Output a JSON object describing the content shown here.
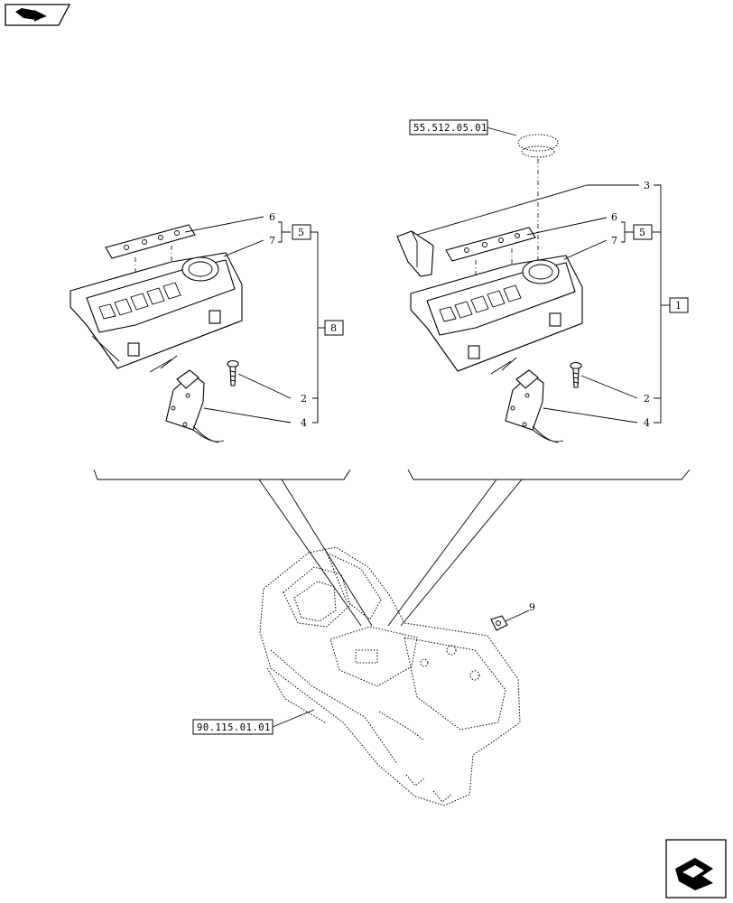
{
  "refs": {
    "top_right": "55.512.05.01",
    "bottom_left": "90.115.01.01"
  },
  "callouts": {
    "left": {
      "screw": "2",
      "switch": "4",
      "plate": "6",
      "panel": "7"
    },
    "right": {
      "bracket": "3",
      "plate": "6",
      "panel": "7",
      "screw": "2",
      "switch": "4"
    },
    "nut": "9"
  },
  "kits": {
    "left_sub": "5",
    "left_main": "8",
    "right_sub": "5",
    "right_main": "1"
  },
  "icons": {
    "top_left": "prev-arrow-icon",
    "bottom_right": "next-arrow-icon"
  }
}
